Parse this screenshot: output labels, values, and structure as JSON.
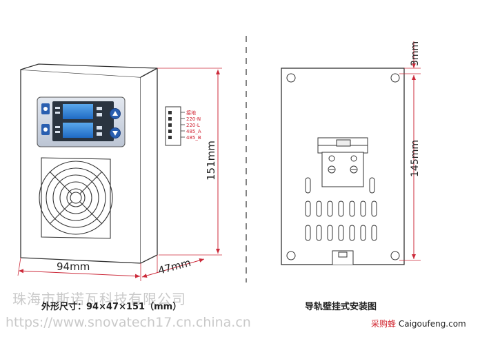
{
  "left_diagram": {
    "caption": "外形尺寸：94×47×151（mm）",
    "width_label": "94mm",
    "depth_label": "47mm",
    "height_label": "151mm",
    "terminals": [
      "接地",
      "220-N",
      "220-L",
      "485_A",
      "485_B"
    ]
  },
  "right_diagram": {
    "caption": "导轨壁挂式安装图",
    "top_gap_label": "3mm",
    "hole_spacing_label": "145mm"
  },
  "watermark": {
    "company": "珠海市斯诺瓦科技有限公司",
    "url": "https://www.snovatech17.cn.china.cn"
  },
  "site_mark": {
    "cn": "采购蜂",
    "en": "Caigoufeng.com"
  },
  "colors": {
    "line": "#333333",
    "dimension": "#cc2a3a",
    "terminal_text": "#d02030",
    "display_bg": "#2f7fd0",
    "panel_bg": "#cfd6e2",
    "watermark": "#c9c9c9"
  }
}
